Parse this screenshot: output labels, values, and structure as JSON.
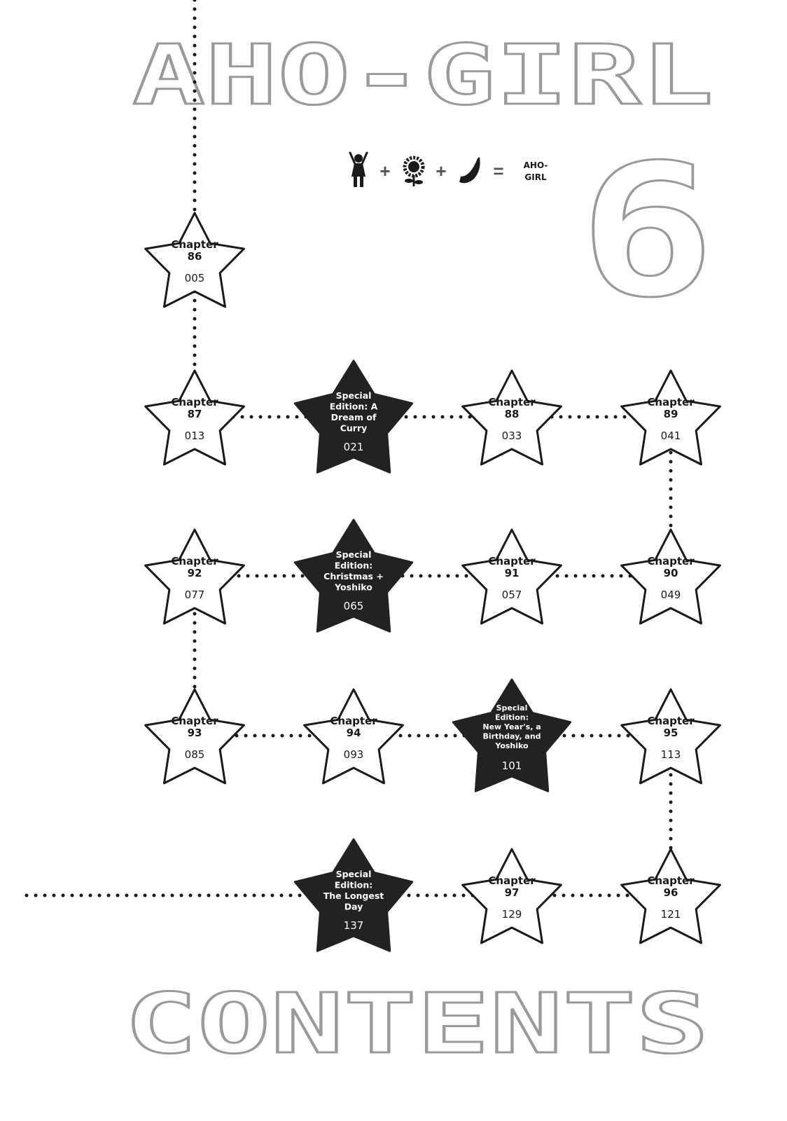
{
  "title": "AHO-GIRL",
  "volume": "6",
  "contents_label": "CONTENTS",
  "formula": {
    "icons": [
      "girl-icon",
      "sunflower-icon",
      "banana-icon"
    ],
    "plus": "+",
    "equals": "=",
    "result_line1": "AHO-",
    "result_line2": "GIRL"
  },
  "entries": [
    {
      "style": "white",
      "lines": [
        "Chapter",
        "86"
      ],
      "page": "005"
    },
    {
      "style": "white",
      "lines": [
        "Chapter",
        "87"
      ],
      "page": "013"
    },
    {
      "style": "black",
      "lines": [
        "Special",
        "Edition: A",
        "Dream of",
        "Curry"
      ],
      "page": "021"
    },
    {
      "style": "white",
      "lines": [
        "Chapter",
        "88"
      ],
      "page": "033"
    },
    {
      "style": "white",
      "lines": [
        "Chapter",
        "89"
      ],
      "page": "041"
    },
    {
      "style": "white",
      "lines": [
        "Chapter",
        "90"
      ],
      "page": "049"
    },
    {
      "style": "white",
      "lines": [
        "Chapter",
        "91"
      ],
      "page": "057"
    },
    {
      "style": "black",
      "lines": [
        "Special",
        "Edition:",
        "Christmas +",
        "Yoshiko"
      ],
      "page": "065"
    },
    {
      "style": "white",
      "lines": [
        "Chapter",
        "92"
      ],
      "page": "077"
    },
    {
      "style": "white",
      "lines": [
        "Chapter",
        "93"
      ],
      "page": "085"
    },
    {
      "style": "white",
      "lines": [
        "Chapter",
        "94"
      ],
      "page": "093"
    },
    {
      "style": "black",
      "lines": [
        "Special",
        "Edition:",
        "New Year's, a",
        "Birthday, and",
        "Yoshiko"
      ],
      "page": "101"
    },
    {
      "style": "white",
      "lines": [
        "Chapter",
        "95"
      ],
      "page": "113"
    },
    {
      "style": "white",
      "lines": [
        "Chapter",
        "96"
      ],
      "page": "121"
    },
    {
      "style": "white",
      "lines": [
        "Chapter",
        "97"
      ],
      "page": "129"
    },
    {
      "style": "black",
      "lines": [
        "Special",
        "Edition:",
        "The Longest",
        "Day"
      ],
      "page": "137"
    }
  ]
}
